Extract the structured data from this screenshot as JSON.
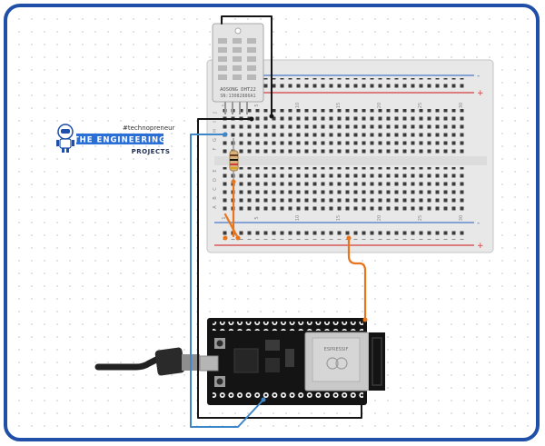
{
  "logo": {
    "tagline": "#technopreneur",
    "line1": "THE ENGINEERING",
    "line2": "PROJECTS"
  },
  "sensor": {
    "label1": "AOSONG DHT22",
    "label2": "SN:13082886A1"
  },
  "breadboard": {
    "top_col_numbers": [
      "1",
      "5",
      "10",
      "15",
      "20",
      "25",
      "30"
    ],
    "bottom_col_numbers": [
      "1",
      "5",
      "10",
      "15",
      "20",
      "25",
      "30"
    ],
    "row_letters_top": [
      "J",
      "I",
      "H",
      "G",
      "F"
    ],
    "row_letters_bottom": [
      "E",
      "D",
      "C",
      "B",
      "A"
    ],
    "rail_plus": "+",
    "rail_minus": "-"
  },
  "colors": {
    "frame": "#1f4fa8",
    "grid_dot": "#d5d9df",
    "wire_black": "#141414",
    "wire_blue": "#3d86c8",
    "wire_orange": "#e8741c",
    "rail_blue": "#4a78c8",
    "rail_red": "#d43c3c",
    "board": "#141414",
    "module_metal": "#c9c9c9"
  },
  "esp32": {
    "module_brand": "ESPRESSIF"
  }
}
